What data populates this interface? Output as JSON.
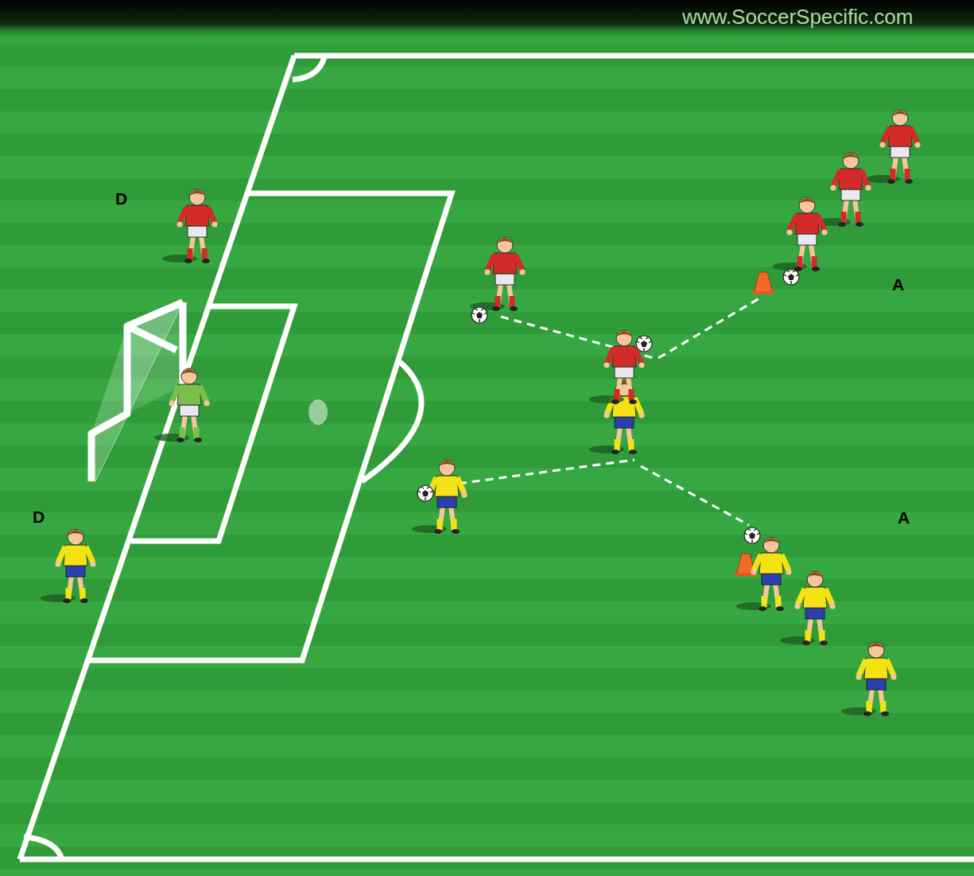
{
  "diagram": {
    "labels": [
      "www.SoccerSpecific.com",
      "D",
      "A",
      "D",
      "A"
    ]
  }
}
